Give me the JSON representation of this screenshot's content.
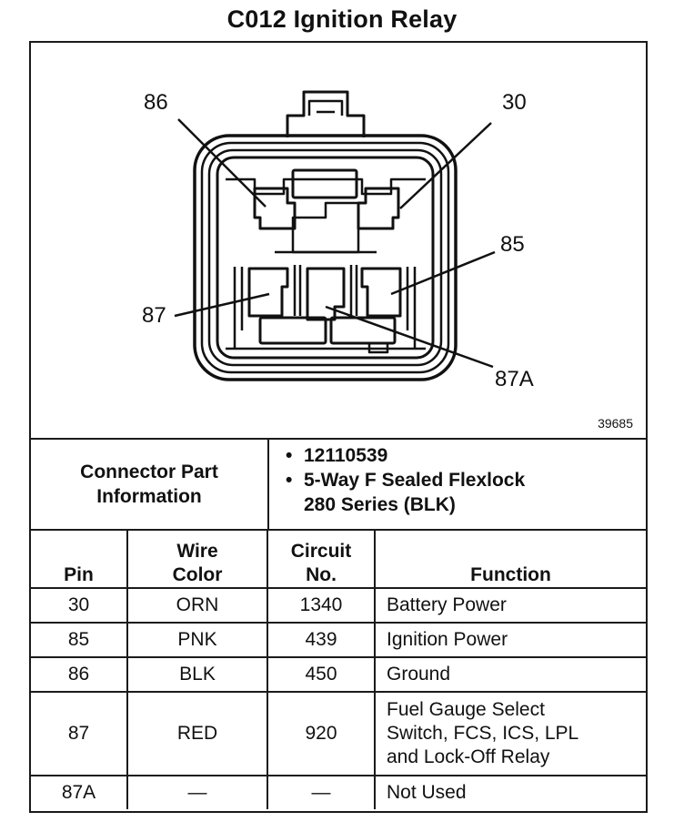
{
  "title": "C012 Ignition Relay",
  "diagram": {
    "pin_labels": {
      "p86": "86",
      "p30": "30",
      "p85": "85",
      "p87": "87",
      "p87a": "87A"
    },
    "figure_number": "39685"
  },
  "connector_info": {
    "label_line1": "Connector Part",
    "label_line2": "Information",
    "items": [
      {
        "line1": "12110539",
        "line2": ""
      },
      {
        "line1": "5-Way F Sealed Flexlock",
        "line2": "280 Series (BLK)"
      }
    ]
  },
  "table": {
    "headers": {
      "pin": "Pin",
      "wire_line1": "Wire",
      "wire_line2": "Color",
      "circuit_line1": "Circuit",
      "circuit_line2": "No.",
      "function": "Function"
    },
    "rows": [
      {
        "pin": "30",
        "color": "ORN",
        "circuit": "1340",
        "function": [
          "Battery Power"
        ]
      },
      {
        "pin": "85",
        "color": "PNK",
        "circuit": "439",
        "function": [
          "Ignition Power"
        ]
      },
      {
        "pin": "86",
        "color": "BLK",
        "circuit": "450",
        "function": [
          "Ground"
        ]
      },
      {
        "pin": "87",
        "color": "RED",
        "circuit": "920",
        "function": [
          "Fuel Gauge Select",
          "Switch, FCS, ICS, LPL",
          "and Lock-Off Relay"
        ]
      },
      {
        "pin": "87A",
        "color": "—",
        "circuit": "—",
        "function": [
          "Not Used"
        ]
      }
    ]
  }
}
